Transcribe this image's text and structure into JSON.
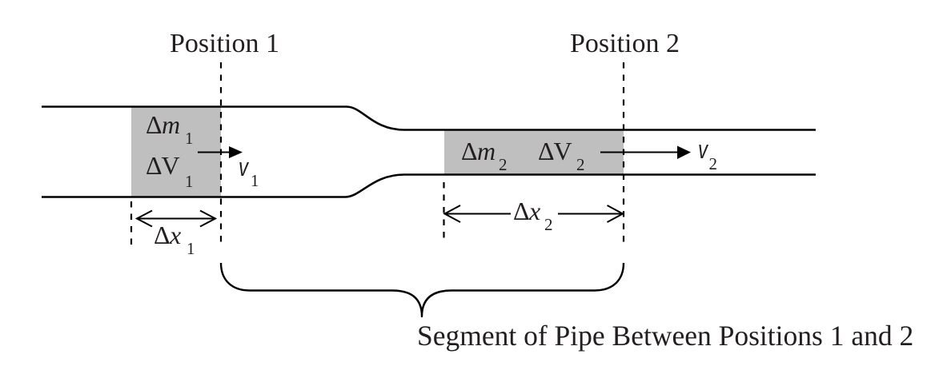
{
  "diagram": {
    "position_1_label": "Position 1",
    "position_2_label": "Position 2",
    "caption": "Segment of Pipe Between Positions 1 and 2",
    "section_1": {
      "mass_element": {
        "prefix": "Δ",
        "symbol": "m",
        "subscript": "1"
      },
      "volume_element": {
        "prefix": "Δ",
        "symbol": "V",
        "subscript": "1"
      },
      "velocity": {
        "symbol": "v",
        "subscript": "1"
      },
      "length_element": {
        "prefix": "Δ",
        "symbol": "x",
        "subscript": "1"
      }
    },
    "section_2": {
      "mass_element": {
        "prefix": "Δ",
        "symbol": "m",
        "subscript": "2"
      },
      "volume_element": {
        "prefix": "Δ",
        "symbol": "V",
        "subscript": "2"
      },
      "velocity": {
        "symbol": "v",
        "subscript": "2"
      },
      "length_element": {
        "prefix": "Δ",
        "symbol": "x",
        "subscript": "2"
      }
    }
  },
  "colors": {
    "background": "#ffffff",
    "fluid_element": "#bfbfbf",
    "line": "#000000",
    "text": "#231f20"
  }
}
